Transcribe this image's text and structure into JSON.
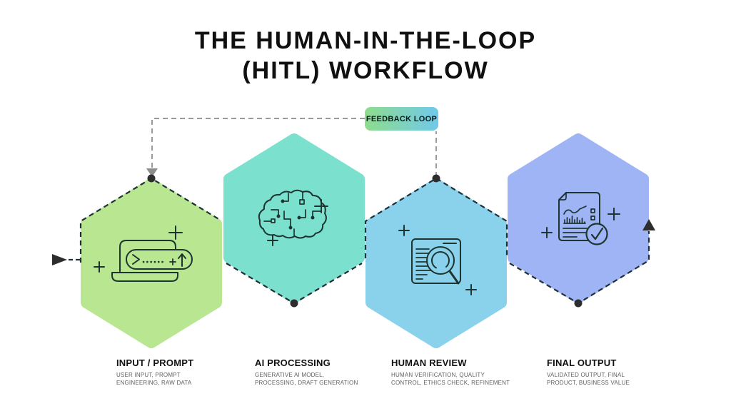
{
  "title": {
    "line1": "THE HUMAN-IN-THE-LOOP",
    "line2": "(HITL) WORKFLOW"
  },
  "feedback_loop": {
    "label": "FEEDBACK LOOP",
    "gradient_start": "#8edc8e",
    "gradient_end": "#70c9e9"
  },
  "steps": [
    {
      "label": "INPUT / PROMPT",
      "desc1": "USER INPUT, PROMPT",
      "desc2": "ENGINEERING, RAW DATA",
      "color": "#b9e791",
      "icon": "laptop-prompt-icon"
    },
    {
      "label": "AI PROCESSING",
      "desc1": "GENERATIVE AI MODEL,",
      "desc2": "PROCESSING, DRAFT GENERATION",
      "color": "#7ce0ce",
      "icon": "brain-circuit-icon"
    },
    {
      "label": "HUMAN REVIEW",
      "desc1": "HUMAN VERIFICATION, QUALITY",
      "desc2": "CONTROL, ETHICS CHECK, REFINEMENT",
      "color": "#8ad2ec",
      "icon": "document-magnifier-icon"
    },
    {
      "label": "FINAL OUTPUT",
      "desc1": "VALIDATED OUTPUT, FINAL",
      "desc2": "PRODUCT, BUSINESS VALUE",
      "color": "#9fb4f4",
      "icon": "report-checkmark-icon"
    }
  ],
  "colors": {
    "dashed_outline": "#1f3038",
    "loop_line": "#9a9a9a",
    "node_dot": "#2d2d2d",
    "flow_arrow": "#2d2d2d",
    "icon_stroke": "#1e3430"
  }
}
